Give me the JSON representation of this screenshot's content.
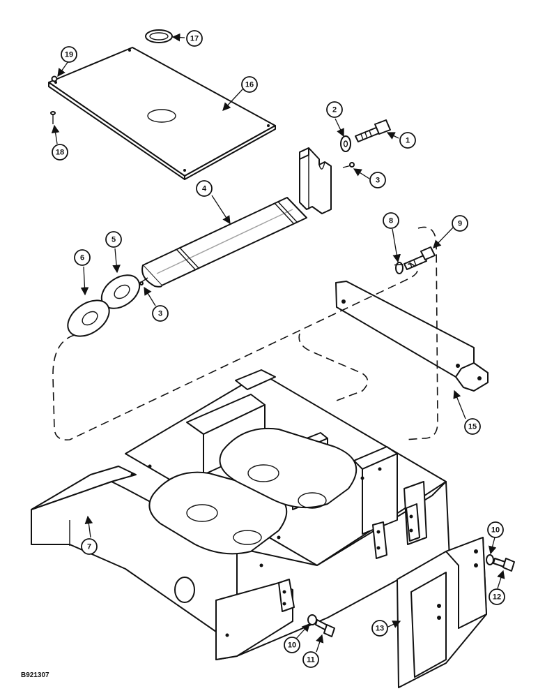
{
  "figure_id": "B921307",
  "callouts": [
    {
      "id": "c1",
      "label": "1"
    },
    {
      "id": "c2",
      "label": "2"
    },
    {
      "id": "c3a",
      "label": "3"
    },
    {
      "id": "c3b",
      "label": "3"
    },
    {
      "id": "c4",
      "label": "4"
    },
    {
      "id": "c5",
      "label": "5"
    },
    {
      "id": "c6",
      "label": "6"
    },
    {
      "id": "c7",
      "label": "7"
    },
    {
      "id": "c8",
      "label": "8"
    },
    {
      "id": "c9",
      "label": "9"
    },
    {
      "id": "c10a",
      "label": "10"
    },
    {
      "id": "c10b",
      "label": "10"
    },
    {
      "id": "c11",
      "label": "11"
    },
    {
      "id": "c12",
      "label": "12"
    },
    {
      "id": "c13",
      "label": "13"
    },
    {
      "id": "c15",
      "label": "15"
    },
    {
      "id": "c16",
      "label": "16"
    },
    {
      "id": "c17",
      "label": "17"
    },
    {
      "id": "c18",
      "label": "18"
    },
    {
      "id": "c19",
      "label": "19"
    }
  ]
}
